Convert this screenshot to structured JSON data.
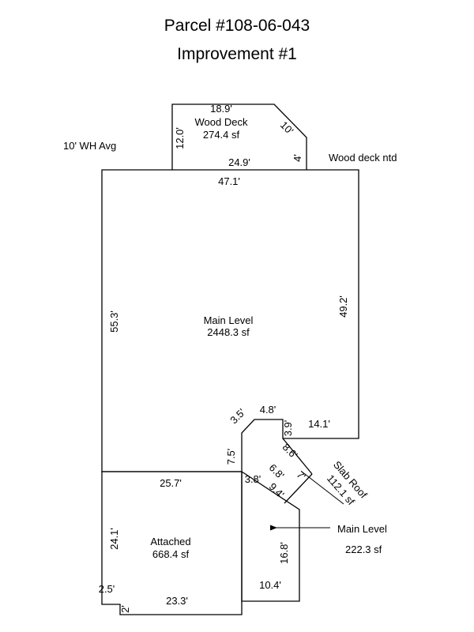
{
  "header": {
    "parcel": "Parcel #108-06-043",
    "improvement": "Improvement #1"
  },
  "areas": {
    "wood_deck_name": "Wood Deck",
    "wood_deck_area": "274.4 sf",
    "main_level_name": "Main Level",
    "main_level_area": "2448.3 sf",
    "attached_name": "Attached",
    "attached_area": "668.4 sf",
    "slab_roof_name": "Slab Roof",
    "slab_roof_area": "112.1 sf",
    "main_level_callout_name": "Main Level",
    "main_level_callout_area": "222.3 sf"
  },
  "notes": {
    "wall_height": "10' WH Avg",
    "deck_note": "Wood deck ntd"
  },
  "dimensions": {
    "deck_top": "18.9'",
    "deck_diag": "10'",
    "deck_left": "12.0'",
    "deck_right": "4'",
    "deck_bottom": "24.9'",
    "main_top": "47.1'",
    "main_left": "55.3'",
    "main_right": "49.2'",
    "notch_diag": "3.5'",
    "notch_top": "4.8'",
    "notch_right": "3.9'",
    "main_bottom_right": "14.1'",
    "main_lower_left": "7.5'",
    "slab_diag_upper": "8.6'",
    "slab_width": "7'",
    "slab_diag_lower": "6.8'",
    "slab_diag_bottom": "9.4'",
    "step_horizontal": "3.8'",
    "attached_top": "25.7'",
    "attached_left": "24.1'",
    "main_lower_right": "16.8'",
    "main_lower_bottom": "10.4'",
    "attached_left_step": "2.5'",
    "attached_step_height": "2'",
    "attached_bottom": "23.3'"
  }
}
